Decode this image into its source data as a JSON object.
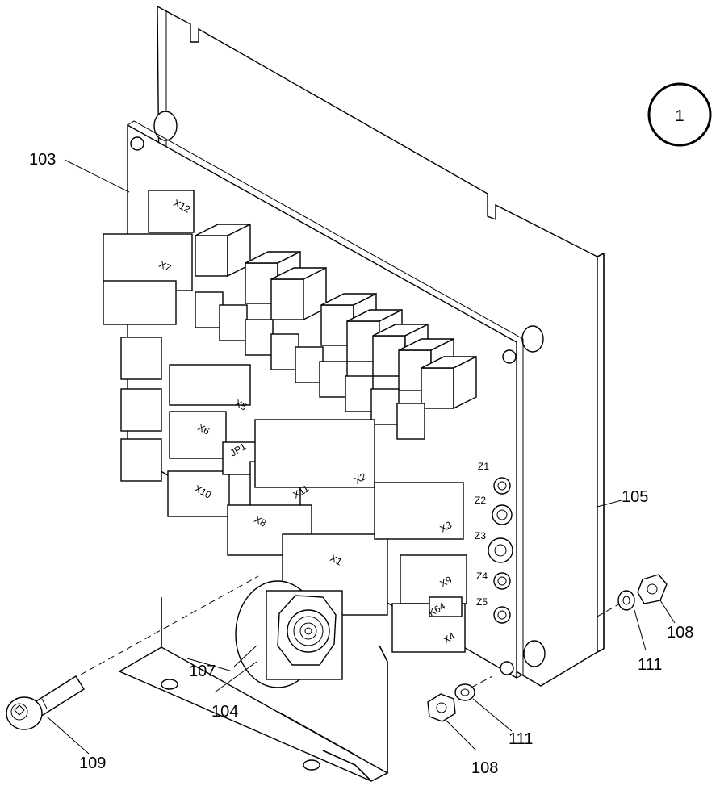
{
  "sheet_marker": "1",
  "callouts": {
    "c103": "103",
    "c105": "105",
    "c107": "107",
    "c104": "104",
    "c109": "109",
    "c108a": "108",
    "c111a": "111",
    "c108b": "108",
    "c111b": "111"
  },
  "connectors": {
    "x12": "X12",
    "x7": "X7",
    "x6": "X6",
    "x5": "X5",
    "x10": "X10",
    "jp1": "JP1",
    "x11": "X11",
    "x2": "X2",
    "x8": "X8",
    "x1": "X1",
    "x3": "X3",
    "x9": "X9",
    "k64": "K64",
    "x4": "X4"
  },
  "zener_labels": {
    "z1": "Z1",
    "z2": "Z2",
    "z3": "Z3",
    "z4": "Z4",
    "z5": "Z5"
  }
}
